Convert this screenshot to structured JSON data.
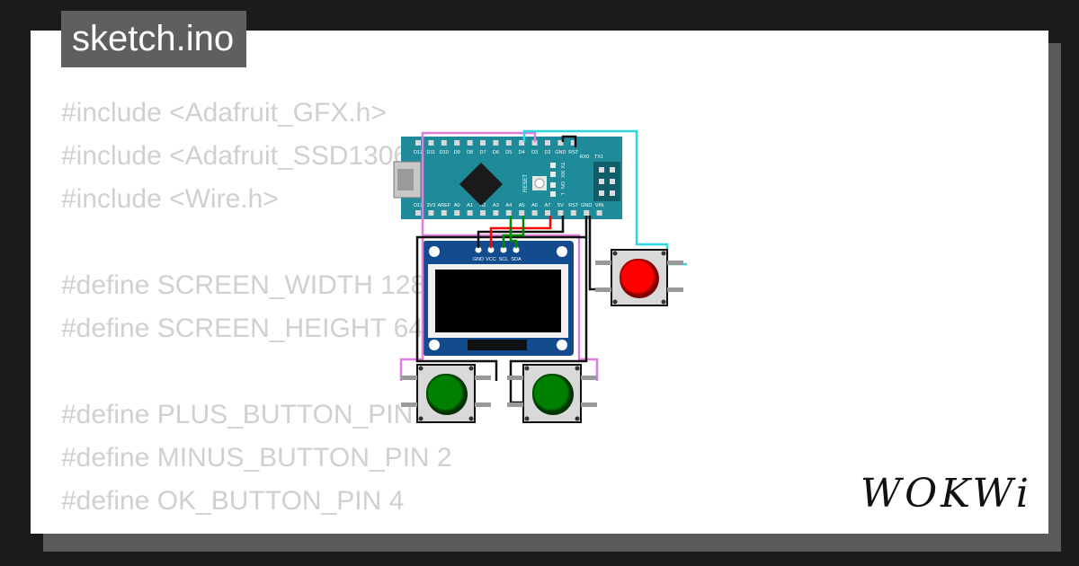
{
  "tab": {
    "filename": "sketch.ino"
  },
  "code_lines": [
    "#include <Adafruit_GFX.h>",
    "#include <Adafruit_SSD1306.h>",
    "#include <Wire.h>",
    "",
    "#define SCREEN_WIDTH 128",
    "#define SCREEN_HEIGHT 64",
    "",
    "#define PLUS_BUTTON_PIN 3",
    "#define MINUS_BUTTON_PIN 2",
    "#define OK_BUTTON_PIN 4"
  ],
  "arduino": {
    "top_pins": [
      "D12",
      "D11",
      "D10",
      "D9",
      "D8",
      "D7",
      "D6",
      "D5",
      "D4",
      "D3",
      "D2",
      "GND",
      "RST",
      "RX0",
      "TX1"
    ],
    "bottom_pins": [
      "D13",
      "3V3",
      "AREF",
      "A0",
      "A1",
      "A2",
      "A3",
      "A4",
      "A5",
      "A6",
      "A7",
      "5V",
      "RST",
      "GND",
      "VIN"
    ],
    "leds": [
      "TX",
      "RX",
      "ON",
      "L"
    ],
    "reset_label": "RESET"
  },
  "oled": {
    "pins": [
      "GND",
      "VCC",
      "SCL",
      "SDA"
    ]
  },
  "buttons": [
    {
      "id": "ok",
      "color": "#ff0000"
    },
    {
      "id": "left-green",
      "color": "#008000"
    },
    {
      "id": "right-green",
      "color": "#008000"
    }
  ],
  "logo": {
    "text": "WOKWi"
  },
  "colors": {
    "board": "#1f8a9a",
    "wire_pink": "#e07ee0",
    "wire_cyan": "#2fd7e6",
    "wire_red": "#ff0000",
    "wire_green": "#008800"
  }
}
